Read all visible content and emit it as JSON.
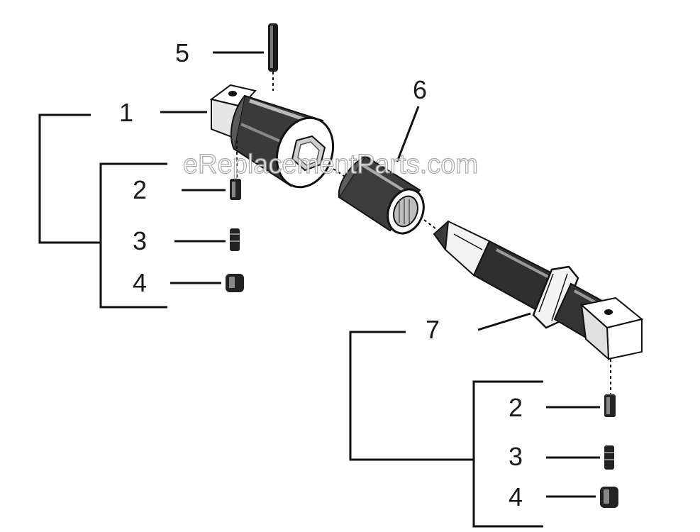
{
  "watermark": "eReplacementParts.com",
  "callouts": {
    "c1": "1",
    "c2a": "2",
    "c3a": "3",
    "c4a": "4",
    "c5": "5",
    "c6": "6",
    "c7": "7",
    "c2b": "2",
    "c3b": "3",
    "c4b": "4"
  }
}
